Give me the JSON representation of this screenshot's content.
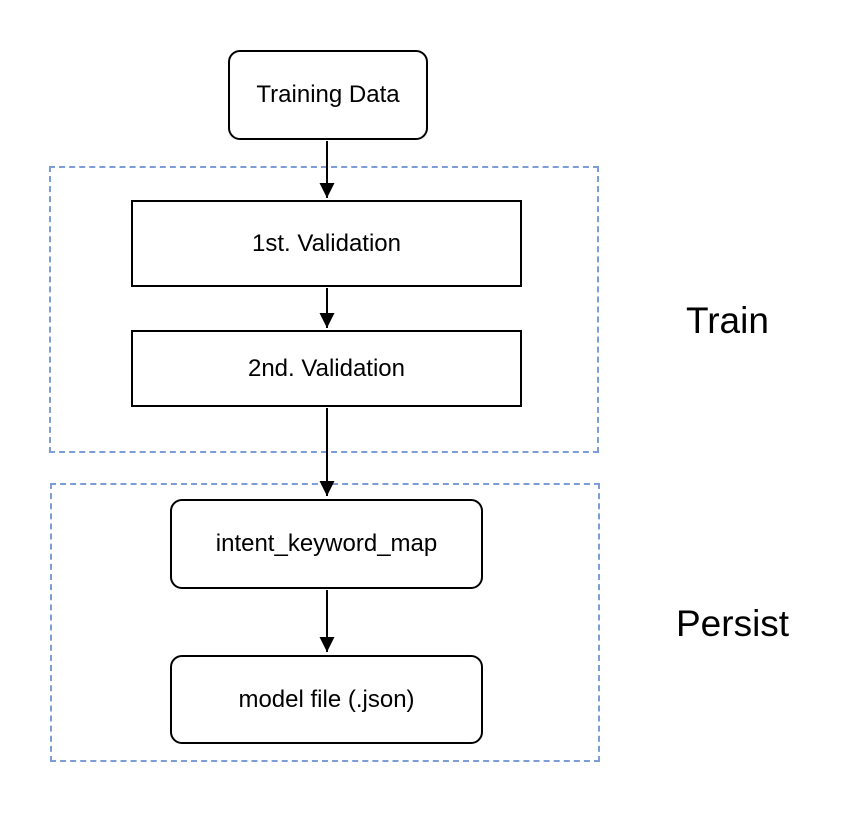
{
  "colors": {
    "background": "#ffffff",
    "node_border": "#000000",
    "node_fill": "#ffffff",
    "text": "#000000",
    "group_dash": "#7d9dd7",
    "arrow": "#000000"
  },
  "diagram": {
    "type": "flowchart",
    "nodes": {
      "training_data": {
        "label": "Training Data",
        "shape": "rounded-rectangle"
      },
      "first_validation": {
        "label": "1st. Validation",
        "shape": "rectangle"
      },
      "second_validation": {
        "label": "2nd. Validation",
        "shape": "rectangle"
      },
      "intent_keyword_map": {
        "label": "intent_keyword_map",
        "shape": "rounded-rectangle"
      },
      "model_file": {
        "label": "model file (.json)",
        "shape": "rounded-rectangle"
      }
    },
    "groups": {
      "train": {
        "label": "Train",
        "style": "dashed",
        "contains": [
          "first_validation",
          "second_validation"
        ]
      },
      "persist": {
        "label": "Persist",
        "style": "dashed",
        "contains": [
          "intent_keyword_map",
          "model_file"
        ]
      }
    },
    "edges": [
      {
        "from": "training_data",
        "to": "first_validation",
        "direction": "down"
      },
      {
        "from": "first_validation",
        "to": "second_validation",
        "direction": "down"
      },
      {
        "from": "second_validation",
        "to": "intent_keyword_map",
        "direction": "down"
      },
      {
        "from": "intent_keyword_map",
        "to": "model_file",
        "direction": "down"
      }
    ]
  }
}
